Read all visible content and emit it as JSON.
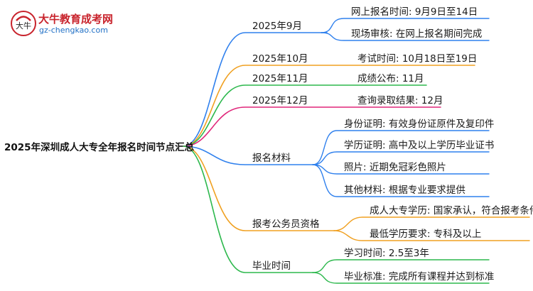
{
  "logo": {
    "title": "大牛教育成考网",
    "url": "gz-chengkao.com",
    "mark_text": "大牛"
  },
  "root": "2025年深圳成人大专全年报名时间节点汇总",
  "colors": {
    "blue": "#2f80ed",
    "orange": "#f0a020",
    "green": "#2db84d",
    "magenta": "#e0267a",
    "root_line": "#444444"
  },
  "branches": [
    {
      "label": "2025年9月",
      "color": "blue",
      "children": [
        "网上报名时间: 9月9日至14日",
        "现场审核: 在网上报名期间完成"
      ]
    },
    {
      "label": "2025年10月",
      "color": "orange",
      "children": [
        "考试时间: 10月18日至19日"
      ]
    },
    {
      "label": "2025年11月",
      "color": "green",
      "children": [
        "成绩公布: 11月"
      ]
    },
    {
      "label": "2025年12月",
      "color": "magenta",
      "children": [
        "查询录取结果: 12月"
      ]
    },
    {
      "label": "报名材料",
      "color": "blue",
      "children": [
        "身份证明: 有效身份证原件及复印件",
        "学历证明: 高中及以上学历毕业证书",
        "照片: 近期免冠彩色照片",
        "其他材料: 根据专业要求提供"
      ]
    },
    {
      "label": "报考公务员资格",
      "color": "orange",
      "children": [
        "成人大专学历: 国家承认，符合报考条件",
        "最低学历要求: 专科及以上"
      ]
    },
    {
      "label": "毕业时间",
      "color": "green",
      "children": [
        "学习时间: 2.5至3年",
        "毕业标准: 完成所有课程并达到标准"
      ]
    }
  ]
}
